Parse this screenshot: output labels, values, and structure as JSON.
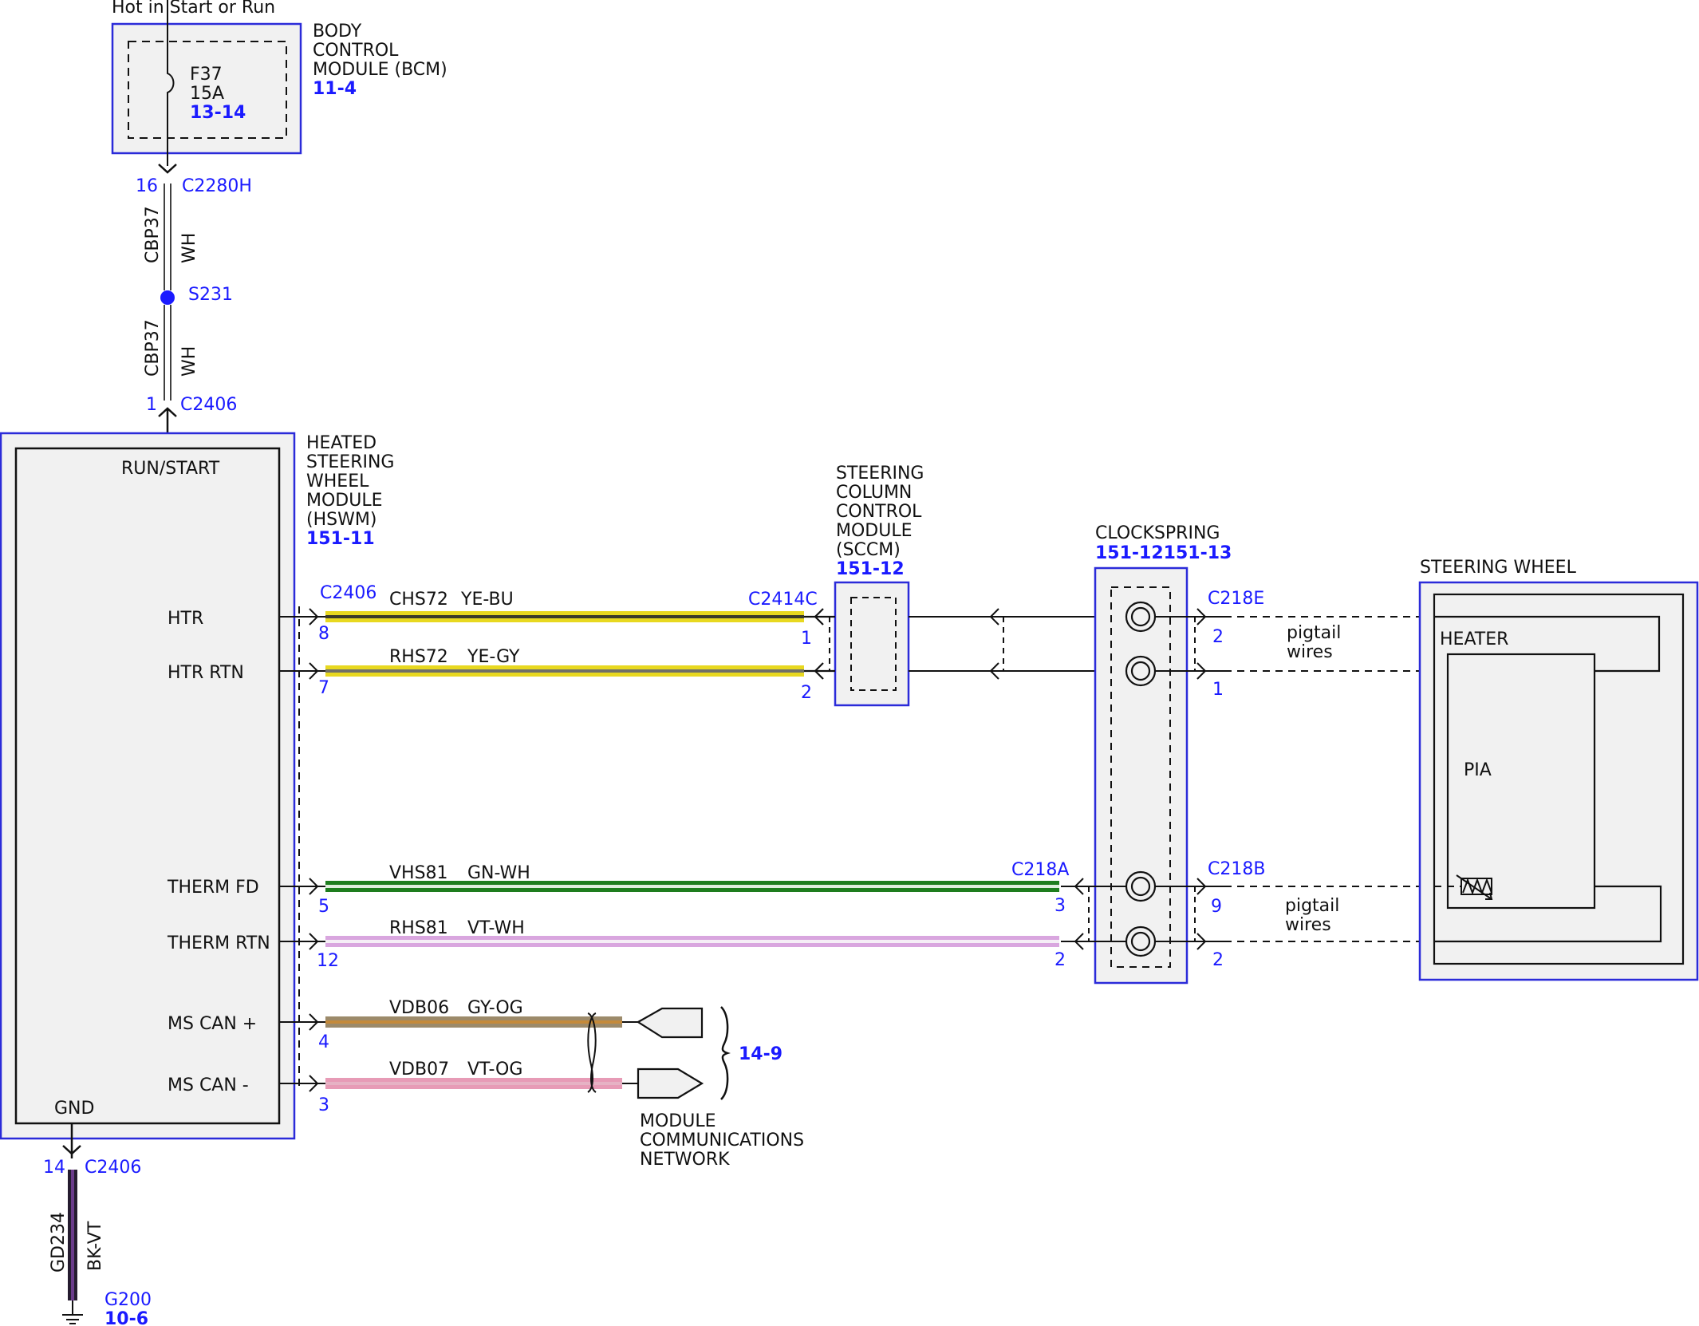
{
  "header": {
    "power_note": "Hot in Start or Run"
  },
  "bcm": {
    "name_lines": [
      "BODY",
      "CONTROL",
      "MODULE (BCM)"
    ],
    "ref": "11-4",
    "fuse_id": "F37",
    "fuse_rating": "15A",
    "fuse_ref": "13-14"
  },
  "top_wire": {
    "pin_top": "16",
    "connector_top": "C2280H",
    "circuit_upper": "CBP37",
    "color_upper": "WH",
    "splice": "S231",
    "circuit_lower": "CBP37",
    "color_lower": "WH",
    "pin_bottom": "1",
    "connector_bottom": "C2406"
  },
  "hswm": {
    "name_lines": [
      "HEATED",
      "STEERING",
      "WHEEL",
      "MODULE",
      "(HSWM)"
    ],
    "ref": "151-11",
    "run_start_label": "RUN/START",
    "gnd_label": "GND",
    "pins": [
      {
        "label": "HTR",
        "pin": "8"
      },
      {
        "label": "HTR RTN",
        "pin": "7"
      },
      {
        "label": "THERM FD",
        "pin": "5"
      },
      {
        "label": "THERM RTN",
        "pin": "12"
      },
      {
        "label": "MS CAN +",
        "pin": "4"
      },
      {
        "label": "MS CAN -",
        "pin": "3"
      }
    ],
    "connector": "C2406"
  },
  "wires": [
    {
      "circuit": "CHS72",
      "color": "YE-BU",
      "end_pin": "1",
      "end_connector": "C2414C"
    },
    {
      "circuit": "RHS72",
      "color": "YE-GY",
      "end_pin": "2"
    },
    {
      "circuit": "VHS81",
      "color": "GN-WH",
      "end_pin": "3",
      "end_connector": "C218A"
    },
    {
      "circuit": "RHS81",
      "color": "VT-WH",
      "end_pin": "2"
    },
    {
      "circuit": "VDB06",
      "color": "GY-OG"
    },
    {
      "circuit": "VDB07",
      "color": "VT-OG"
    }
  ],
  "sccm": {
    "name_lines": [
      "STEERING",
      "COLUMN",
      "CONTROL",
      "MODULE",
      "(SCCM)"
    ],
    "ref": "151-12"
  },
  "clockspring": {
    "name": "CLOCKSPRING",
    "ref": "151-12151-13",
    "connector_upper": "C218E",
    "upper_pins": [
      "2",
      "1"
    ],
    "connector_lower": "C218B",
    "lower_pins": [
      "9",
      "2"
    ]
  },
  "steering_wheel": {
    "name": "STEERING WHEEL",
    "heater_label": "HEATER",
    "pia_label": "PIA",
    "pigtail_upper": [
      "pigtail",
      "wires"
    ],
    "pigtail_lower": [
      "pigtail",
      "wires"
    ]
  },
  "network": {
    "name_lines": [
      "MODULE",
      "COMMUNICATIONS",
      "NETWORK"
    ],
    "ref": "14-9"
  },
  "ground": {
    "pin": "14",
    "connector": "C2406",
    "circuit": "GD234",
    "color": "BK-VT",
    "point": "G200",
    "ref": "10-6"
  },
  "colors": {
    "ye_bu": "#e8d820",
    "ye_gy": "#e8d820",
    "gn_wh": "#1e7d1e",
    "vt_wh": "#d9a6df",
    "gy_og": "#9c8a6a",
    "vt_og": "#e79bb6",
    "bk_vt": "#241b2e",
    "accent_blue": "#1a1aff",
    "module_border": "#2b2bd9"
  }
}
